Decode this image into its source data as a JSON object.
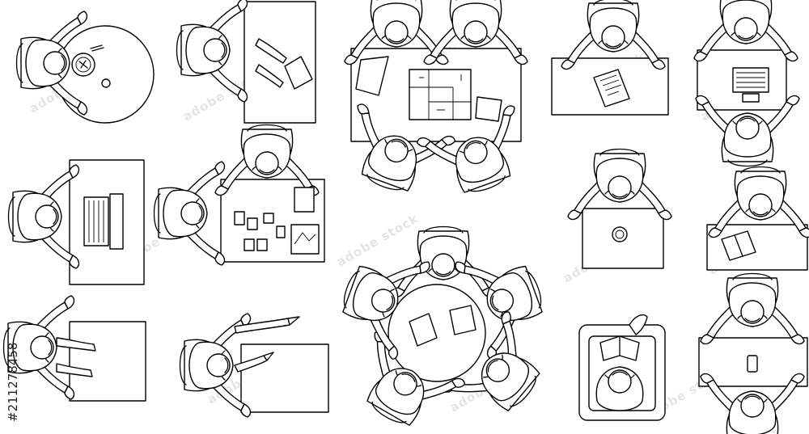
{
  "image": {
    "stock_id": "#211278458",
    "watermark_text": "adobe stock"
  },
  "colors": {
    "line": "#000000",
    "background": "#ffffff",
    "watermark": "#cfcfcf"
  },
  "scenes": [
    {
      "name": "person-round-table-eating",
      "icon": "dinner-plate-icon"
    },
    {
      "name": "person-desk-handing-paper",
      "icon": "paper-sheet-icon"
    },
    {
      "name": "four-people-blueprint-table",
      "icon": "blueprint-icon"
    },
    {
      "name": "person-reading-document",
      "icon": "document-icon"
    },
    {
      "name": "two-people-laptop-desk",
      "icon": "laptop-icon"
    },
    {
      "name": "person-laptop-typing",
      "icon": "laptop-icon"
    },
    {
      "name": "two-people-sorting-cards",
      "icon": "card-icon"
    },
    {
      "name": "person-drinking-coffee",
      "icon": "coffee-cup-icon"
    },
    {
      "name": "person-writing-notebook",
      "icon": "notebook-icon"
    },
    {
      "name": "five-people-round-table-meeting",
      "icon": "paper-sheet-icon"
    },
    {
      "name": "person-gesturing-at-desk",
      "icon": "hand-icon"
    },
    {
      "name": "person-pointing-presenting",
      "icon": "hand-pointer-icon"
    },
    {
      "name": "person-armchair-reading-book",
      "icon": "book-icon"
    },
    {
      "name": "two-people-phone-desk",
      "icon": "smartphone-icon"
    }
  ]
}
